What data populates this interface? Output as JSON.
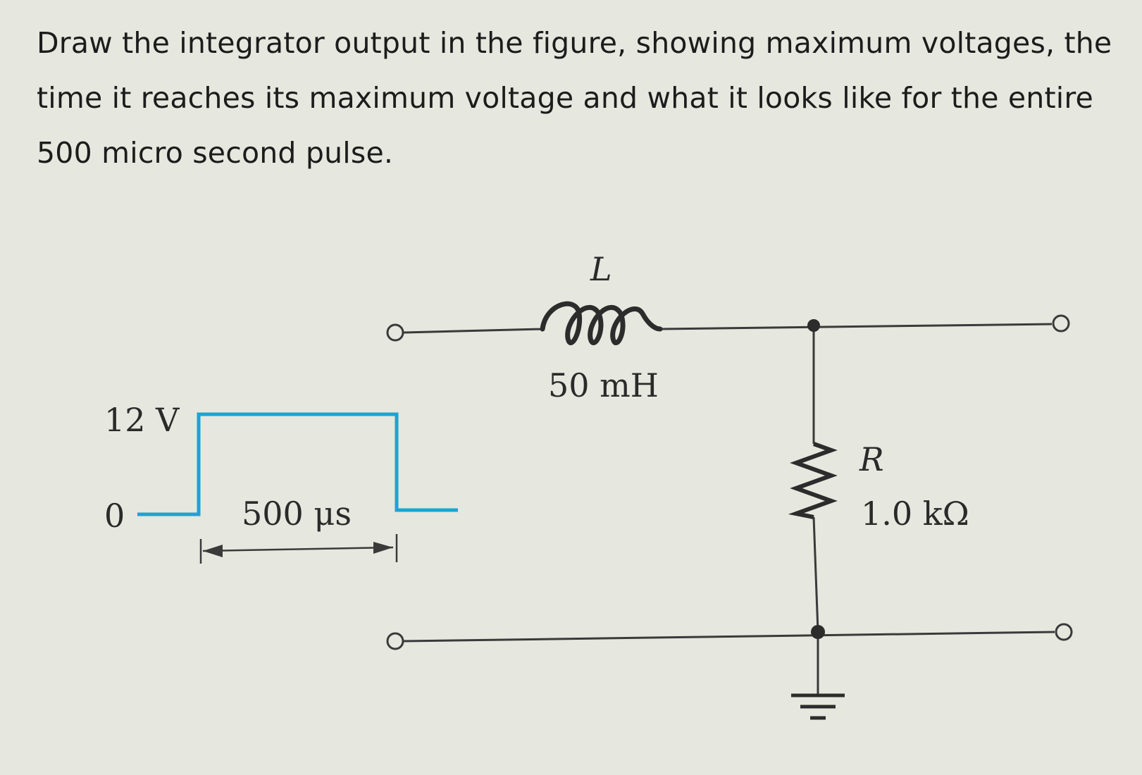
{
  "question": "Draw the integrator output in the figure, showing maximum voltages, the time it reaches its maximum voltage and what it looks like for the entire 500 micro second pulse.",
  "pulse": {
    "high_label": "12 V",
    "low_label": "0",
    "width_label": "500 μs",
    "color": "#1aa4d4"
  },
  "inductor": {
    "symbol": "L",
    "value": "50 mH"
  },
  "resistor": {
    "symbol": "R",
    "value": "1.0 kΩ"
  },
  "colors": {
    "wire": "#3a3a3a",
    "background": "#e6e7de"
  }
}
